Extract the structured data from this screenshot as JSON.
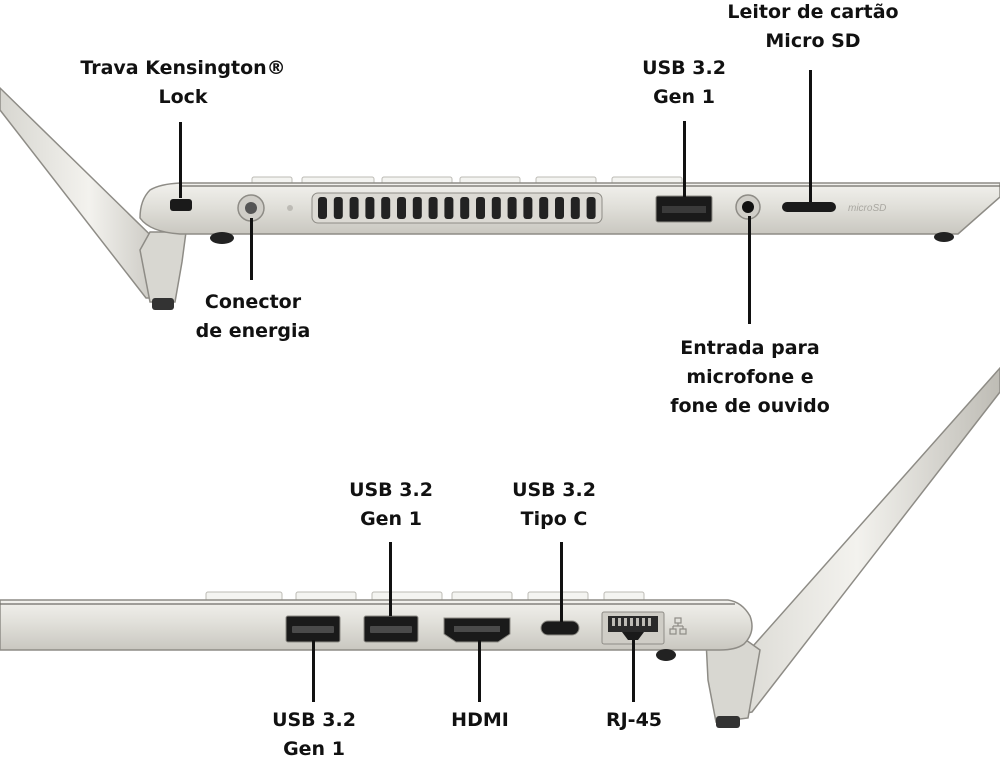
{
  "labels": {
    "kensington": [
      "Trava Kensington®",
      "Lock"
    ],
    "power": [
      "Conector",
      "de energia"
    ],
    "usb_left_top": [
      "USB 3.2",
      "Gen 1"
    ],
    "microsd": [
      "Leitor de cartão",
      "Micro SD"
    ],
    "audio": [
      "Entrada para",
      "microfone e",
      "fone de ouvido"
    ],
    "usb_bottom_upper": [
      "USB 3.2",
      "Gen 1"
    ],
    "usb_typec": [
      "USB 3.2",
      "Tipo C"
    ],
    "usb_bottom_lower": [
      "USB 3.2",
      "Gen 1"
    ],
    "hdmi": [
      "HDMI"
    ],
    "rj45": [
      "RJ-45"
    ]
  },
  "port_engraving": {
    "microsd_logo": "microSD"
  },
  "colors": {
    "chassis_light": "#e2e1dc",
    "chassis_mid": "#cfcdc6",
    "chassis_dark": "#8e8c86",
    "port_black": "#1a1a1a",
    "text": "#111111"
  }
}
